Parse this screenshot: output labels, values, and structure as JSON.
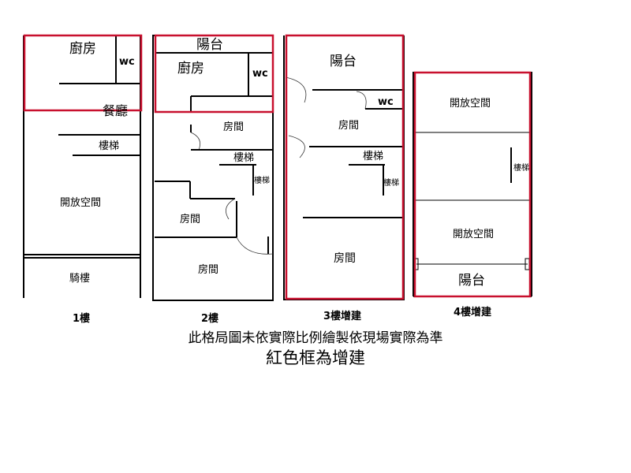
{
  "floors": {
    "f1": {
      "caption": "1樓",
      "rooms": {
        "kitchen": "廚房",
        "wc": "wc",
        "dining": "餐廳",
        "stairs": "樓梯",
        "open_space": "開放空間",
        "arcade": "騎樓"
      }
    },
    "f2": {
      "caption": "2樓",
      "rooms": {
        "balcony": "陽台",
        "kitchen": "廚房",
        "wc": "wc",
        "room_a": "房間",
        "stairs": "樓梯",
        "stairs_side": "樓梯",
        "room_b": "房間",
        "room_c": "房間"
      }
    },
    "f3": {
      "caption": "3樓增建",
      "rooms": {
        "balcony": "陽台",
        "wc": "wc",
        "room_a": "房間",
        "stairs": "樓梯",
        "stairs_side": "樓梯",
        "room_b": "房間"
      }
    },
    "f4": {
      "caption": "4樓增建",
      "rooms": {
        "open_space_top": "開放空間",
        "stairs_side": "樓梯",
        "open_space_bottom": "開放空間",
        "balcony": "陽台"
      }
    }
  },
  "notes": {
    "scale_disclaimer": "此格局圖未依實際比例繪製依現場實際為準",
    "red_frame_legend": "紅色框為增建"
  },
  "colors": {
    "addition_frame": "#c8102e",
    "wall": "#000000"
  }
}
